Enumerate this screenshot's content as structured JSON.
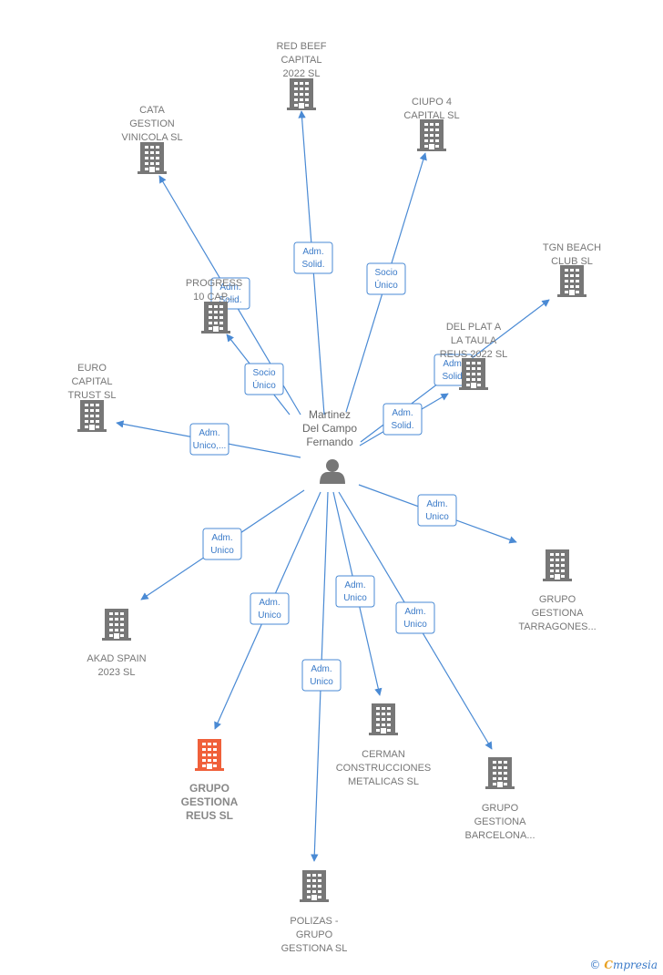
{
  "center": {
    "name_lines": [
      "Martinez",
      "Del Campo",
      "Fernando"
    ],
    "icon": "person-icon"
  },
  "colors": {
    "edge": "#4a8ad4",
    "building": "#777777",
    "highlight": "#f0603a"
  },
  "nodes": [
    {
      "id": "red-beef",
      "lines": [
        "RED BEEF",
        "CAPITAL",
        "2022  SL"
      ],
      "icon": "building-icon"
    },
    {
      "id": "cata",
      "lines": [
        "CATA",
        "GESTION",
        "VINICOLA SL"
      ],
      "icon": "building-icon"
    },
    {
      "id": "ciupo",
      "lines": [
        "CIUPO 4",
        "CAPITAL  SL"
      ],
      "icon": "building-icon"
    },
    {
      "id": "tgn",
      "lines": [
        "TGN BEACH",
        "CLUB  SL"
      ],
      "icon": "building-icon"
    },
    {
      "id": "progress",
      "lines": [
        "PROGRESS",
        "10 CAP..."
      ],
      "icon": "building-icon"
    },
    {
      "id": "del-plat",
      "lines": [
        "DEL PLAT A",
        "LA TAULA",
        "REUS 2022  SL"
      ],
      "icon": "building-icon"
    },
    {
      "id": "euro",
      "lines": [
        "EURO",
        "CAPITAL",
        "TRUST  SL"
      ],
      "icon": "building-icon"
    },
    {
      "id": "tarragones",
      "lines": [
        "GRUPO",
        "GESTIONA",
        "TARRAGONES..."
      ],
      "icon": "building-icon"
    },
    {
      "id": "akad",
      "lines": [
        "AKAD SPAIN",
        "2023  SL"
      ],
      "icon": "building-icon"
    },
    {
      "id": "cerman",
      "lines": [
        "CERMAN",
        "CONSTRUCCIONES",
        "METALICAS  SL"
      ],
      "icon": "building-icon"
    },
    {
      "id": "reus",
      "lines": [
        "GRUPO",
        "GESTIONA",
        "REUS  SL"
      ],
      "icon": "building-icon",
      "highlight": true
    },
    {
      "id": "barcelona",
      "lines": [
        "GRUPO",
        "GESTIONA",
        "BARCELONA..."
      ],
      "icon": "building-icon"
    },
    {
      "id": "polizas",
      "lines": [
        "POLIZAS -",
        "GRUPO",
        "GESTIONA SL"
      ],
      "icon": "building-icon"
    }
  ],
  "edges": [
    {
      "target": "red-beef",
      "lines": [
        "Adm.",
        "Solid."
      ]
    },
    {
      "target": "cata",
      "lines": [
        "Adm.",
        "Solid."
      ]
    },
    {
      "target": "progress",
      "lines": [
        "Socio",
        "Único"
      ]
    },
    {
      "target": "ciupo",
      "lines": [
        "Socio",
        "Único"
      ]
    },
    {
      "target": "tgn",
      "lines": [
        "Adm.",
        "Solid."
      ]
    },
    {
      "target": "del-plat",
      "lines": [
        "Adm.",
        "Solid."
      ]
    },
    {
      "target": "euro",
      "lines": [
        "Adm.",
        "Unico,..."
      ]
    },
    {
      "target": "tarragones",
      "lines": [
        "Adm.",
        "Unico"
      ]
    },
    {
      "target": "akad",
      "lines": [
        "Adm.",
        "Unico"
      ]
    },
    {
      "target": "reus",
      "lines": [
        "Adm.",
        "Unico"
      ]
    },
    {
      "target": "polizas",
      "lines": [
        "Adm.",
        "Unico"
      ]
    },
    {
      "target": "cerman",
      "lines": [
        "Adm.",
        "Unico"
      ]
    },
    {
      "target": "barcelona",
      "lines": [
        "Adm.",
        "Unico"
      ]
    }
  ],
  "footer": {
    "copyright": "©",
    "brand_first": "C",
    "brand_rest": "mpresia"
  }
}
